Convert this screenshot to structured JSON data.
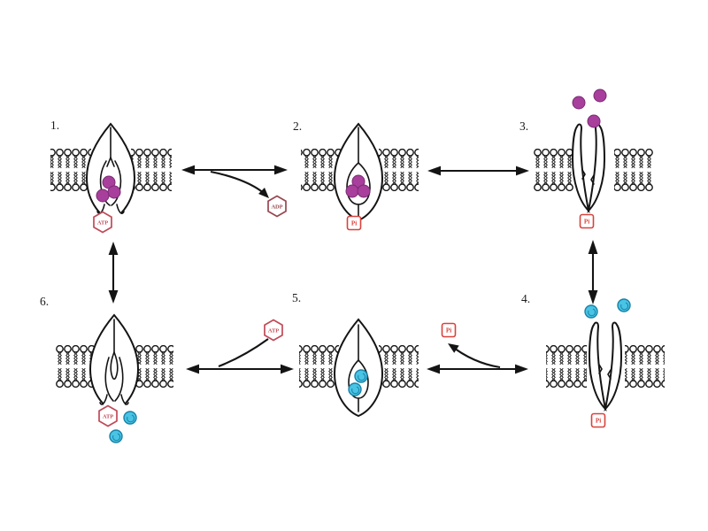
{
  "figure": {
    "background": "#ffffff",
    "subject": "membrane transport protein ATP-driven pumping cycle, six numbered states"
  },
  "colors": {
    "line": "#141414",
    "solute_purple": "#a83f9c",
    "solute_purple_edge": "#7a2b72",
    "solute_cyan": "#49c4e4",
    "solute_cyan_edge": "#1982a8",
    "atp_badge": "#c04a58",
    "adp_badge": "#98474f",
    "pi_badge": "#d8423c"
  },
  "states": [
    {
      "label": "1.",
      "conformation": "closed, pocket open downward",
      "solutes": {
        "color": "purple",
        "count": 3,
        "position": "inside pocket"
      },
      "badge": {
        "shape": "hexagon",
        "text": "ATP"
      }
    },
    {
      "label": "2.",
      "conformation": "closed, solutes in central cavity",
      "solutes": {
        "color": "purple",
        "count": 3,
        "position": "inside cavity"
      },
      "badge": {
        "shape": "square",
        "text": "Pi"
      }
    },
    {
      "label": "3.",
      "conformation": "open to top",
      "solutes": {
        "color": "purple",
        "count": 3,
        "position": "released above membrane"
      },
      "badge": {
        "shape": "square",
        "text": "Pi"
      }
    },
    {
      "label": "4.",
      "conformation": "open to top",
      "solutes": {
        "color": "cyan",
        "count": 2,
        "position": "above membrane"
      },
      "badge": {
        "shape": "square",
        "text": "Pi"
      }
    },
    {
      "label": "5.",
      "conformation": "closed, solutes in central cavity",
      "solutes": {
        "color": "cyan",
        "count": 2,
        "position": "inside cavity"
      },
      "badge": null
    },
    {
      "label": "6.",
      "conformation": "closed, pocket open downward",
      "solutes": {
        "color": "cyan",
        "count": 2,
        "position": "released below membrane"
      },
      "badge": {
        "shape": "hexagon",
        "text": "ATP"
      }
    }
  ],
  "reactions": {
    "adp_release": {
      "shape": "hexagon",
      "text": "ADP",
      "between": "1-2"
    },
    "pi_release": {
      "shape": "square",
      "text": "Pi",
      "between": "4-5"
    },
    "atp_bind": {
      "shape": "hexagon",
      "text": "ATP",
      "between": "5-6"
    }
  }
}
